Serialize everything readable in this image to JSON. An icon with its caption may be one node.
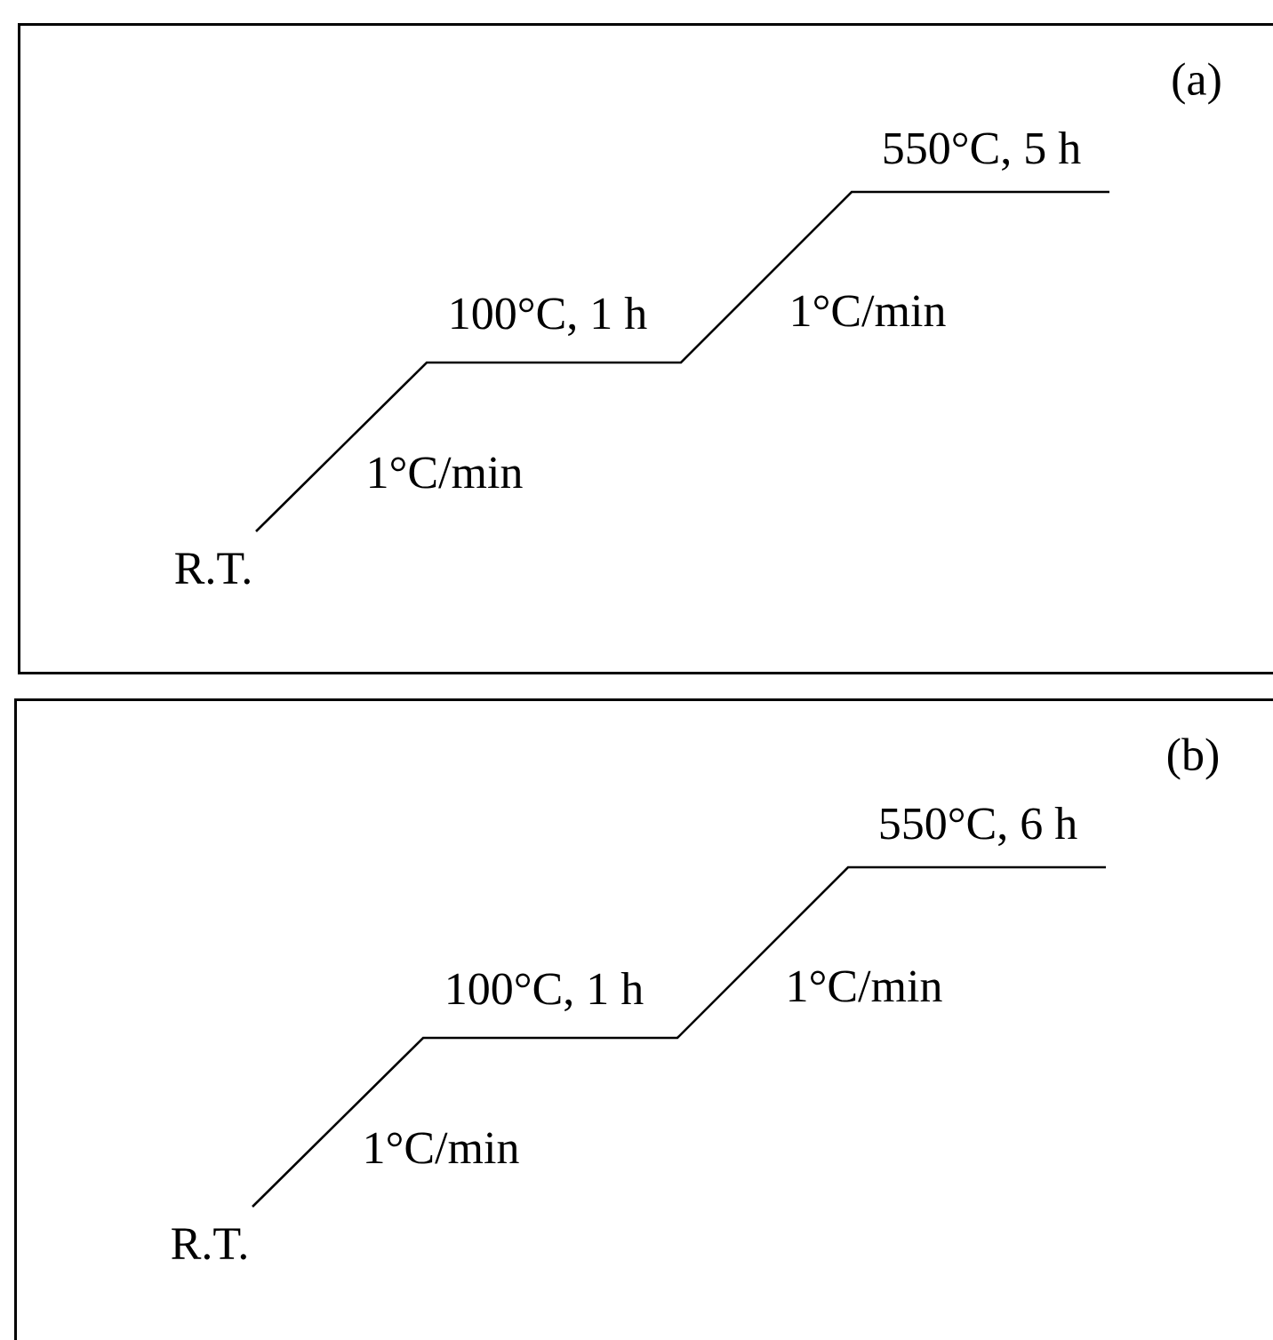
{
  "diagram": {
    "nodes": [
      {
        "text": [
          "(a)",
          "550°C, 5 h",
          "100°C, 1 h",
          "1°C/min",
          "1°C/min",
          "R.T."
        ]
      },
      {
        "text": [
          "(b)",
          "550°C, 6 h",
          "100°C, 1 h",
          "1°C/min",
          "1°C/min",
          "R.T."
        ]
      }
    ]
  }
}
